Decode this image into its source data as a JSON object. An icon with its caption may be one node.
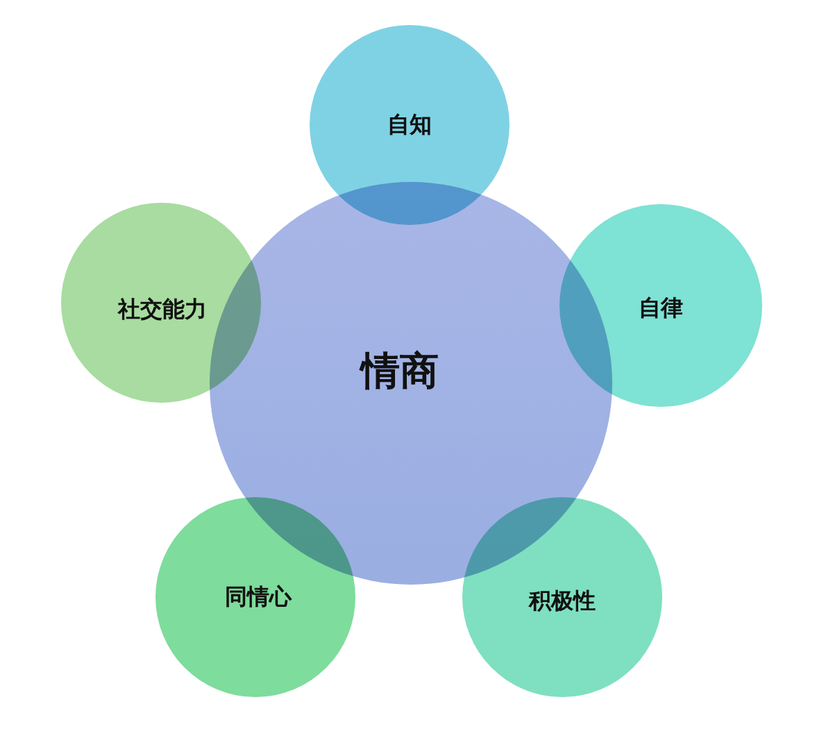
{
  "diagram": {
    "nodes": [
      {
        "text": [
          "情商"
        ]
      },
      {
        "text": [
          "自知"
        ]
      },
      {
        "text": [
          "自律"
        ]
      },
      {
        "text": [
          "积极性"
        ]
      },
      {
        "text": [
          "同情心"
        ]
      },
      {
        "text": [
          "社交能力"
        ]
      }
    ]
  }
}
